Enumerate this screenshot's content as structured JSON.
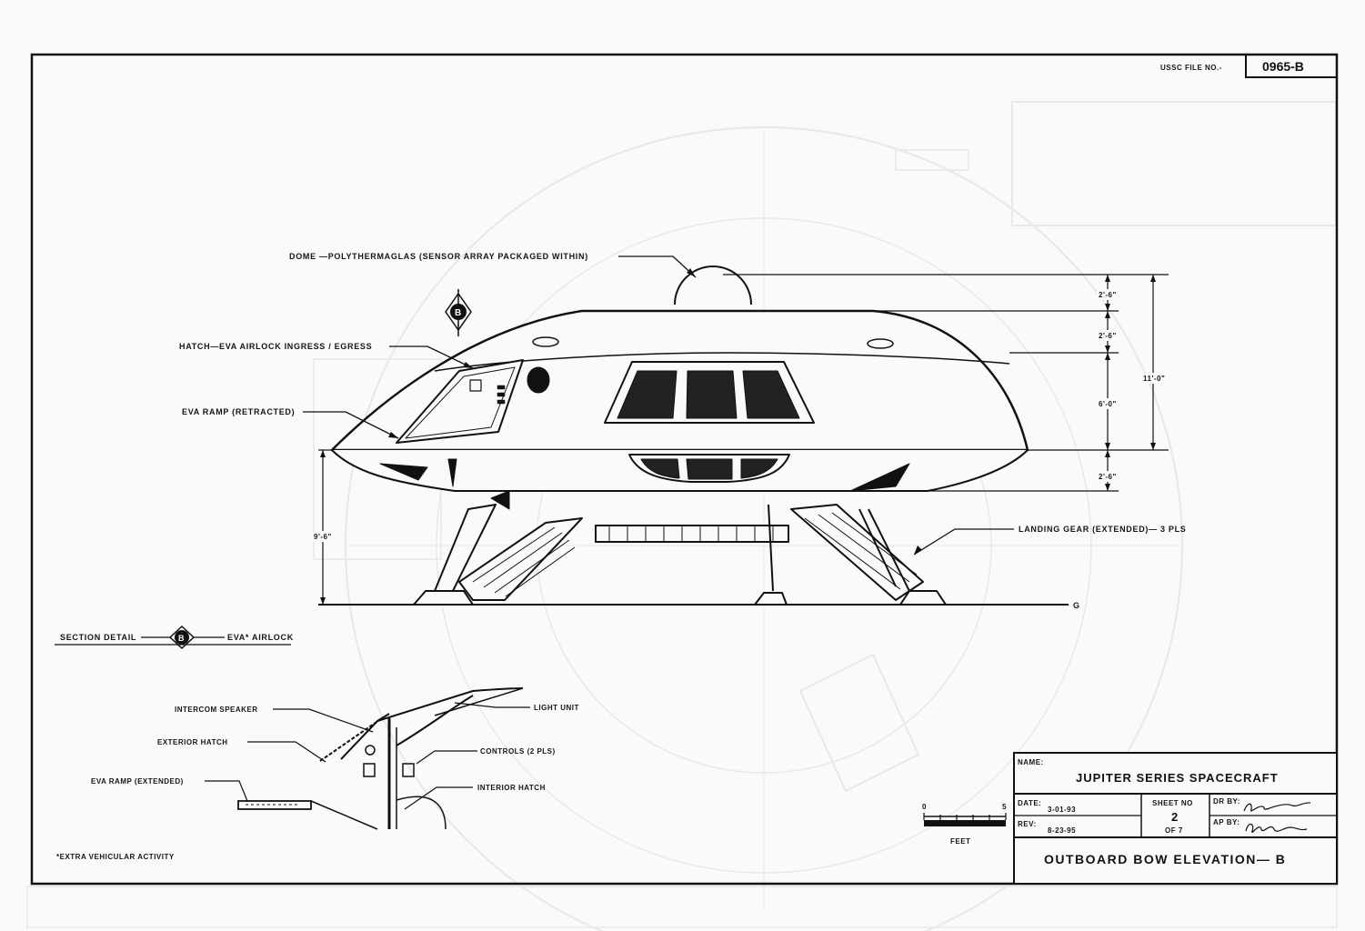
{
  "file": {
    "label": "USSC FILE NO.-",
    "number": "0965-B"
  },
  "callouts": {
    "dome": "DOME —POLYTHERMAGLAS (SENSOR ARRAY PACKAGED WITHIN)",
    "hatch": "HATCH—EVA AIRLOCK INGRESS / EGRESS",
    "eva_ramp": "EVA RAMP (RETRACTED)",
    "landing_gear": "LANDING GEAR (EXTENDED)— 3 PLS",
    "ground": "G",
    "section_marker": "B"
  },
  "dimensions": {
    "d1": "2'-6\"",
    "d2": "2'-6\"",
    "d3": "6'-0\"",
    "d4": "2'-6\"",
    "overall": "11'-0\"",
    "gear_height": "9'-6\""
  },
  "section_detail": {
    "left": "SECTION DETAIL",
    "marker": "B",
    "right": "EVA* AIRLOCK"
  },
  "detail_callouts": {
    "intercom": "INTERCOM SPEAKER",
    "exterior_hatch": "EXTERIOR HATCH",
    "eva_ramp_extended": "EVA RAMP (EXTENDED)",
    "light_unit": "LIGHT UNIT",
    "controls": "CONTROLS (2 PLS)",
    "interior_hatch": "INTERIOR HATCH"
  },
  "footnote": "*EXTRA VEHICULAR ACTIVITY",
  "scale": {
    "zero": "0",
    "five": "5",
    "unit": "FEET"
  },
  "title_block": {
    "name_label": "NAME:",
    "name": "JUPITER SERIES SPACECRAFT",
    "date_label": "DATE:",
    "date": "3-01-93",
    "rev_label": "REV:",
    "rev": "8-23-95",
    "sheet_label": "SHEET NO",
    "sheet_no": "2",
    "sheet_of": "OF 7",
    "dr_label": "DR BY:",
    "ap_label": "AP BY:",
    "title": "OUTBOARD BOW ELEVATION— B"
  }
}
